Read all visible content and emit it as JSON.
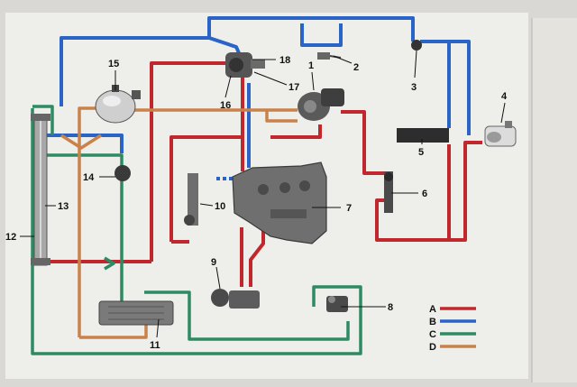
{
  "colors": {
    "A": "#c0282e",
    "B": "#2a64c6",
    "C": "#2e8a62",
    "D": "#c8824a",
    "background": "#eeeeea",
    "border": "#d9d8d4",
    "component": "#7c7c7c"
  },
  "callouts": [
    "1",
    "2",
    "3",
    "4",
    "5",
    "6",
    "7",
    "8",
    "9",
    "10",
    "11",
    "12",
    "13",
    "14",
    "15",
    "16",
    "17",
    "18"
  ],
  "legend": [
    {
      "key": "A",
      "color": "#c0282e"
    },
    {
      "key": "B",
      "color": "#2a64c6"
    },
    {
      "key": "C",
      "color": "#2e8a62"
    },
    {
      "key": "D",
      "color": "#c8824a"
    }
  ]
}
